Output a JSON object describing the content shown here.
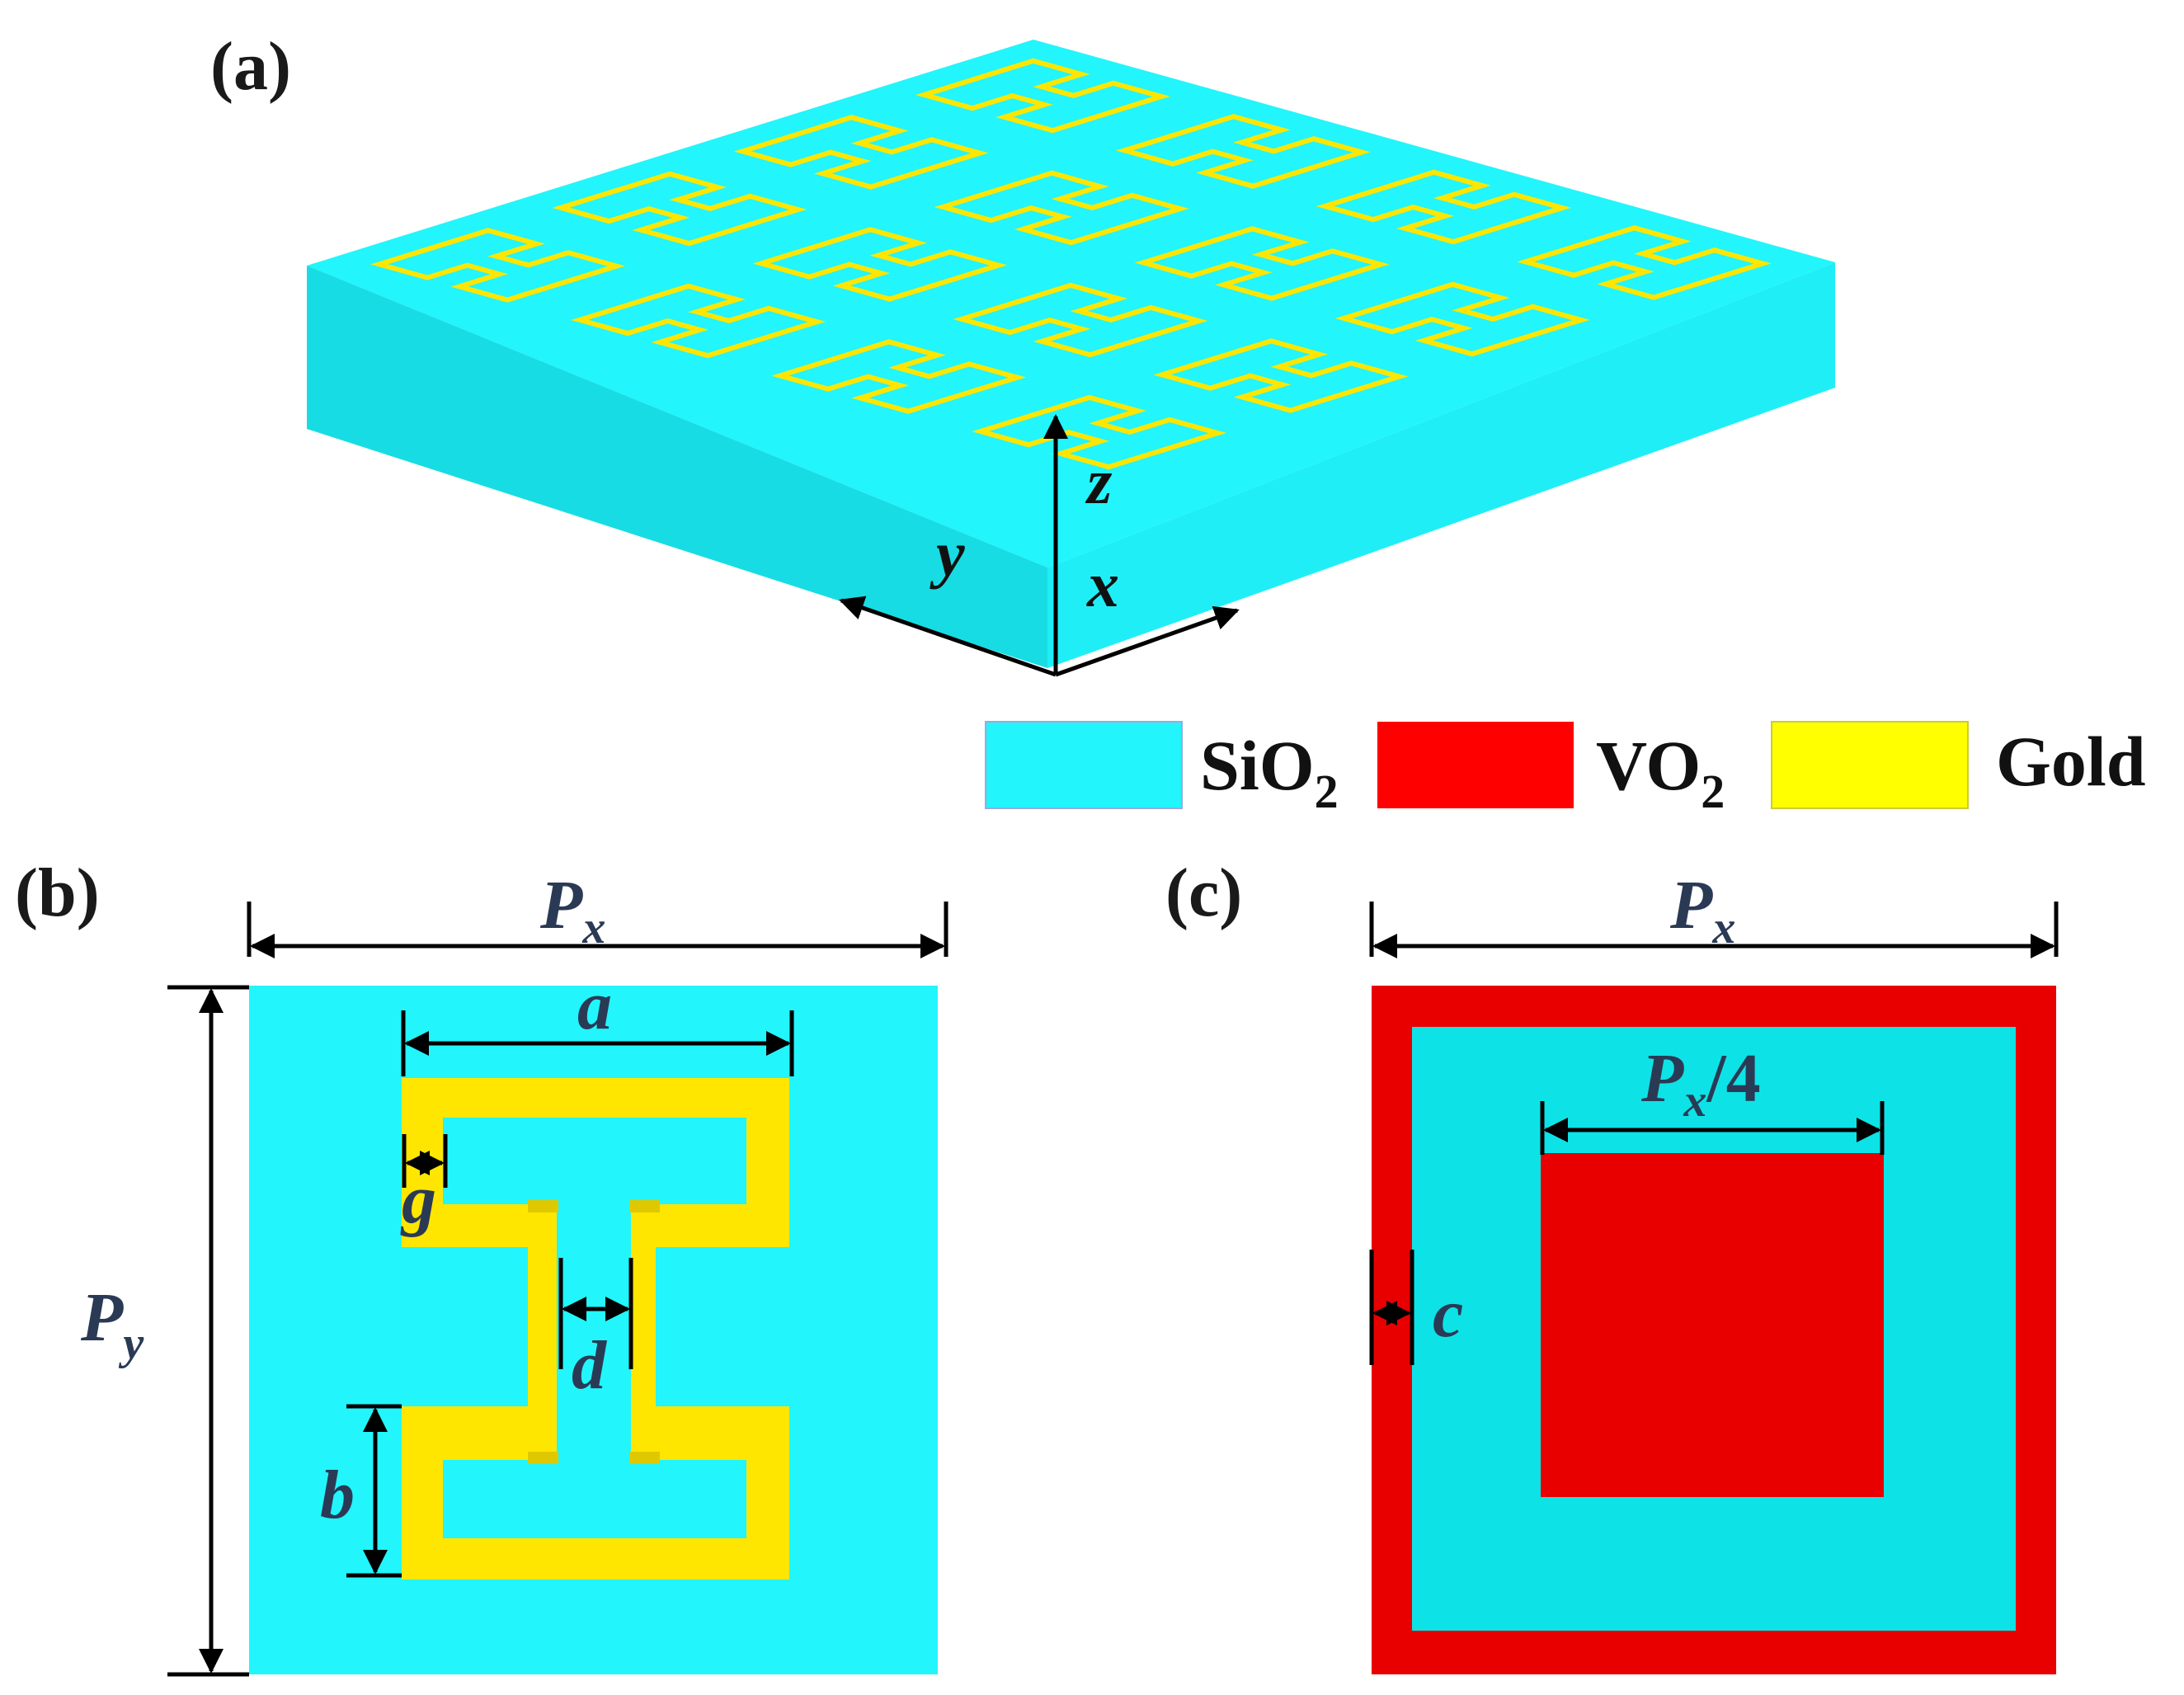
{
  "panels": {
    "a": {
      "label": "(a)",
      "axes": {
        "x": "x",
        "y": "y",
        "z": "z"
      }
    },
    "b": {
      "label": "(b)",
      "px": "P",
      "px_sub": "x",
      "py": "P",
      "py_sub": "y",
      "a": "a",
      "b": "b",
      "d": "d",
      "g": "g"
    },
    "c": {
      "label": "(c)",
      "px": "P",
      "px_sub": "x",
      "px4": "P",
      "px4_sub": "x",
      "px4_suffix": "/4",
      "c": "c"
    }
  },
  "legend": [
    {
      "main": "SiO",
      "sub": "2",
      "color": "#22f5fc"
    },
    {
      "main": "VO",
      "sub": "2",
      "color": "#ff0000"
    },
    {
      "main": "Gold",
      "sub": "",
      "color": "#ffff00"
    }
  ],
  "colors": {
    "sio2_top": "#22f5fc",
    "sio2_side_left": "#18dce4",
    "sio2_side_right": "#20eef7",
    "gold": "#ffe600",
    "vo2": "#e80000",
    "sio2_inner_c": "#0de3e6"
  }
}
